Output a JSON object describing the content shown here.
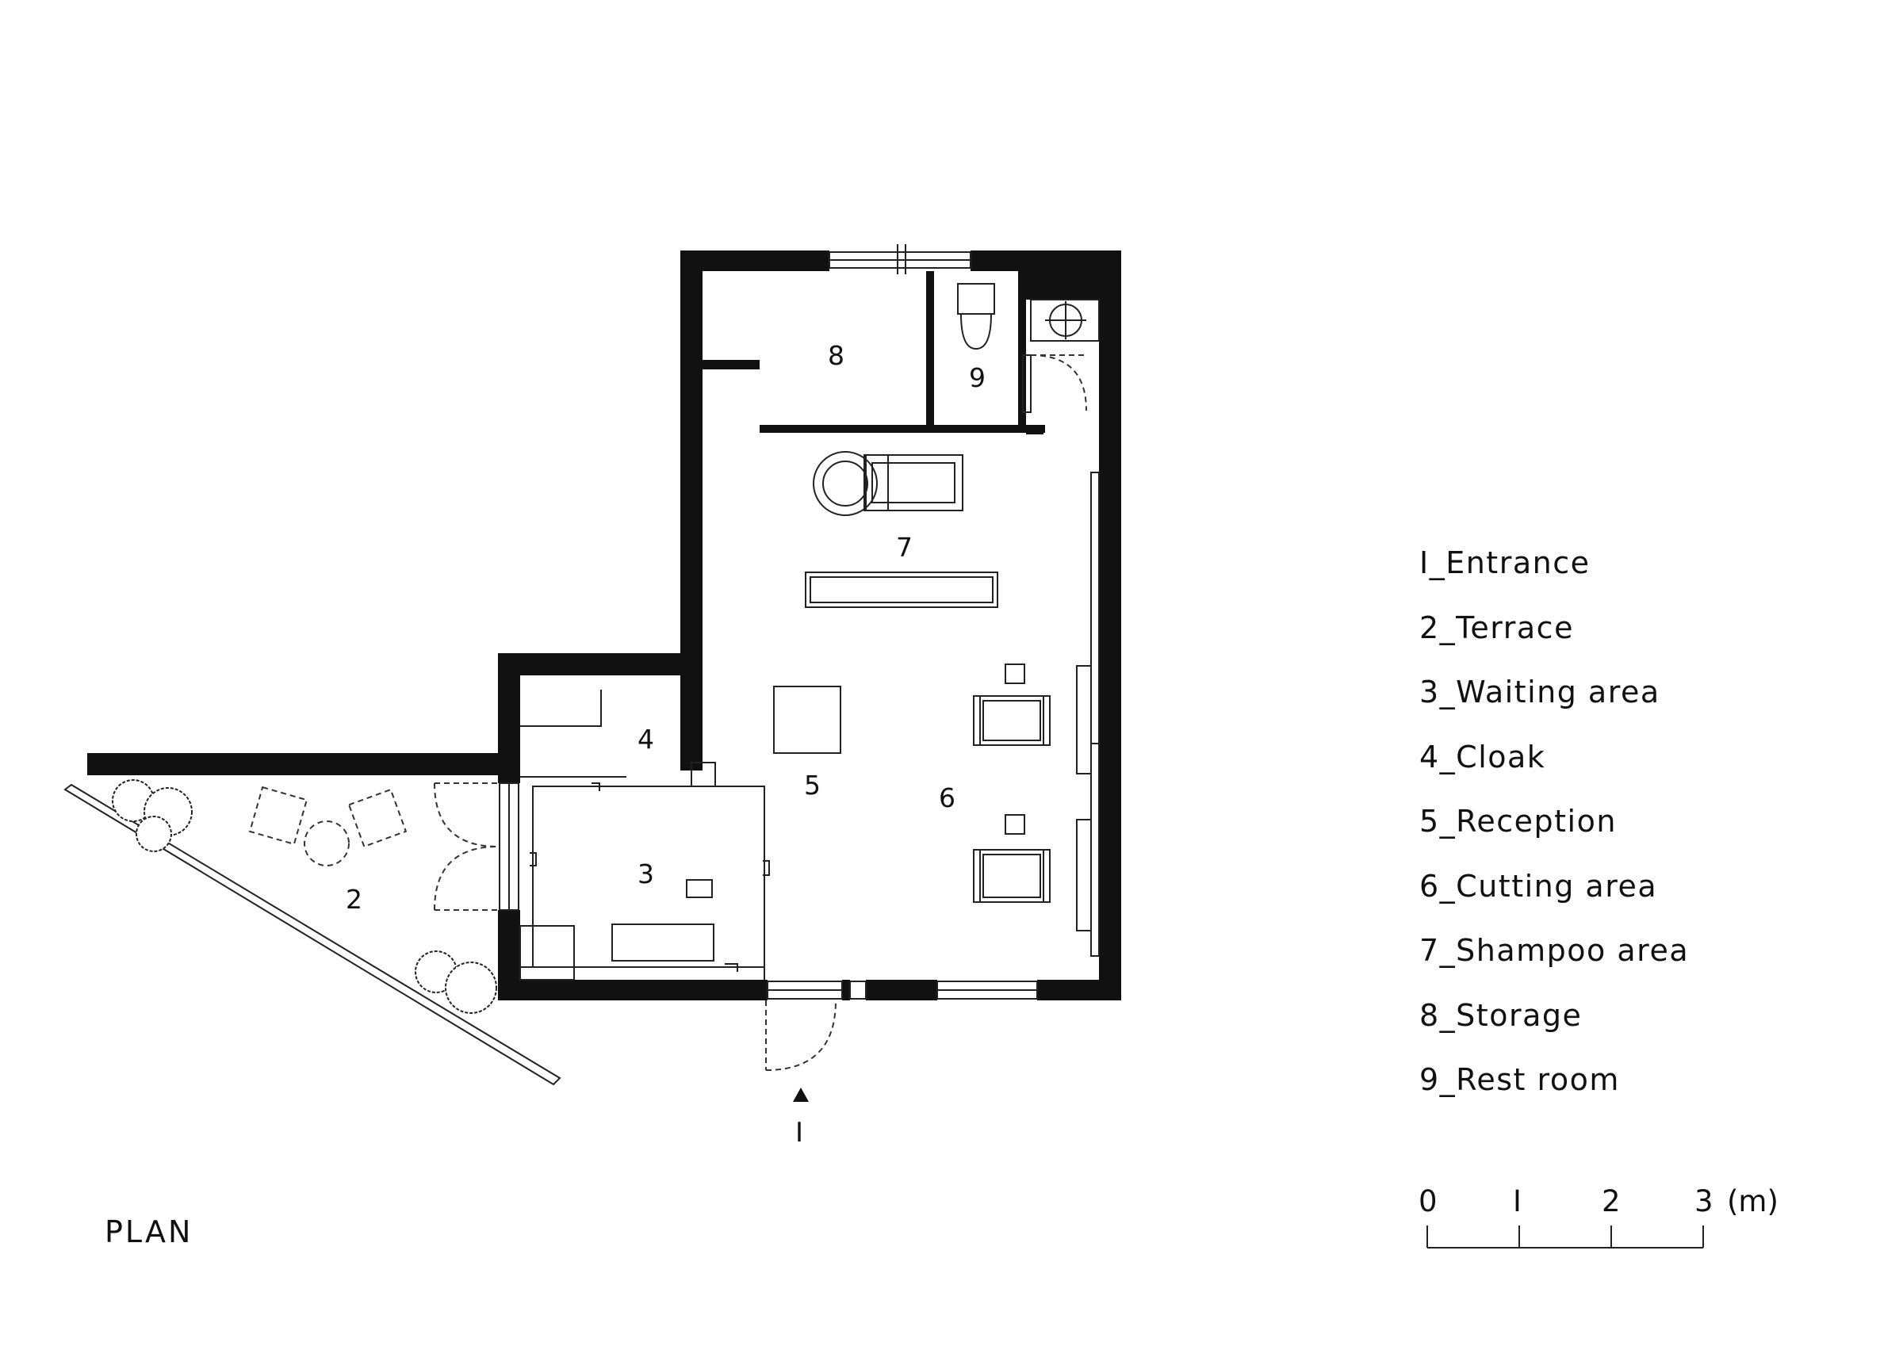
{
  "plan_title": "PLAN",
  "room_numbers": {
    "entrance": "I",
    "terrace": "2",
    "waiting_area": "3",
    "cloak": "4",
    "reception": "5",
    "cutting_area": "6",
    "shampoo_area": "7",
    "storage": "8",
    "rest_room": "9"
  },
  "legend": [
    "I_Entrance",
    "2_Terrace",
    "3_Waiting area",
    "4_Cloak",
    "5_Reception",
    "6_Cutting area",
    "7_Shampoo area",
    "8_Storage",
    "9_Rest room"
  ],
  "scale_bar": {
    "ticks": [
      "0",
      "I",
      "2",
      "3"
    ],
    "unit": "(m)"
  },
  "colors": {
    "wall": "#111111",
    "line": "#222222",
    "background": "#ffffff"
  }
}
